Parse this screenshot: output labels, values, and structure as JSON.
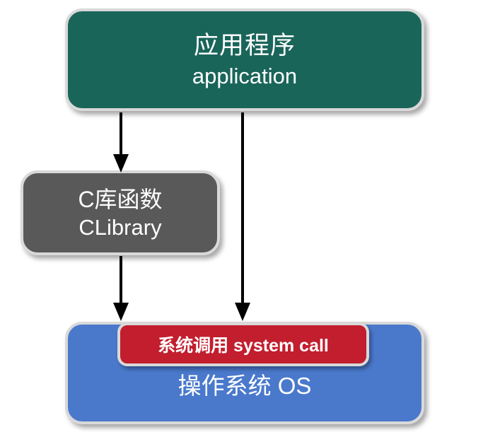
{
  "boxes": {
    "application": {
      "label_zh": "应用程序",
      "label_en": "application",
      "fill": "#1A655A"
    },
    "clibrary": {
      "label_zh": "C库函数",
      "label_en": "CLibrary",
      "fill": "#595959"
    },
    "syscall": {
      "label": "系统调用 system call",
      "fill": "#C21E2E"
    },
    "os": {
      "label": "操作系统 OS",
      "fill": "#4A79CC"
    }
  },
  "arrows": [
    {
      "from": "application",
      "to": "clibrary"
    },
    {
      "from": "application",
      "to": "syscall"
    },
    {
      "from": "clibrary",
      "to": "syscall"
    }
  ],
  "colors": {
    "border": "#D9D9D9",
    "arrow": "#000000",
    "text": "#FFFFFF",
    "background": "#FFFFFF"
  }
}
